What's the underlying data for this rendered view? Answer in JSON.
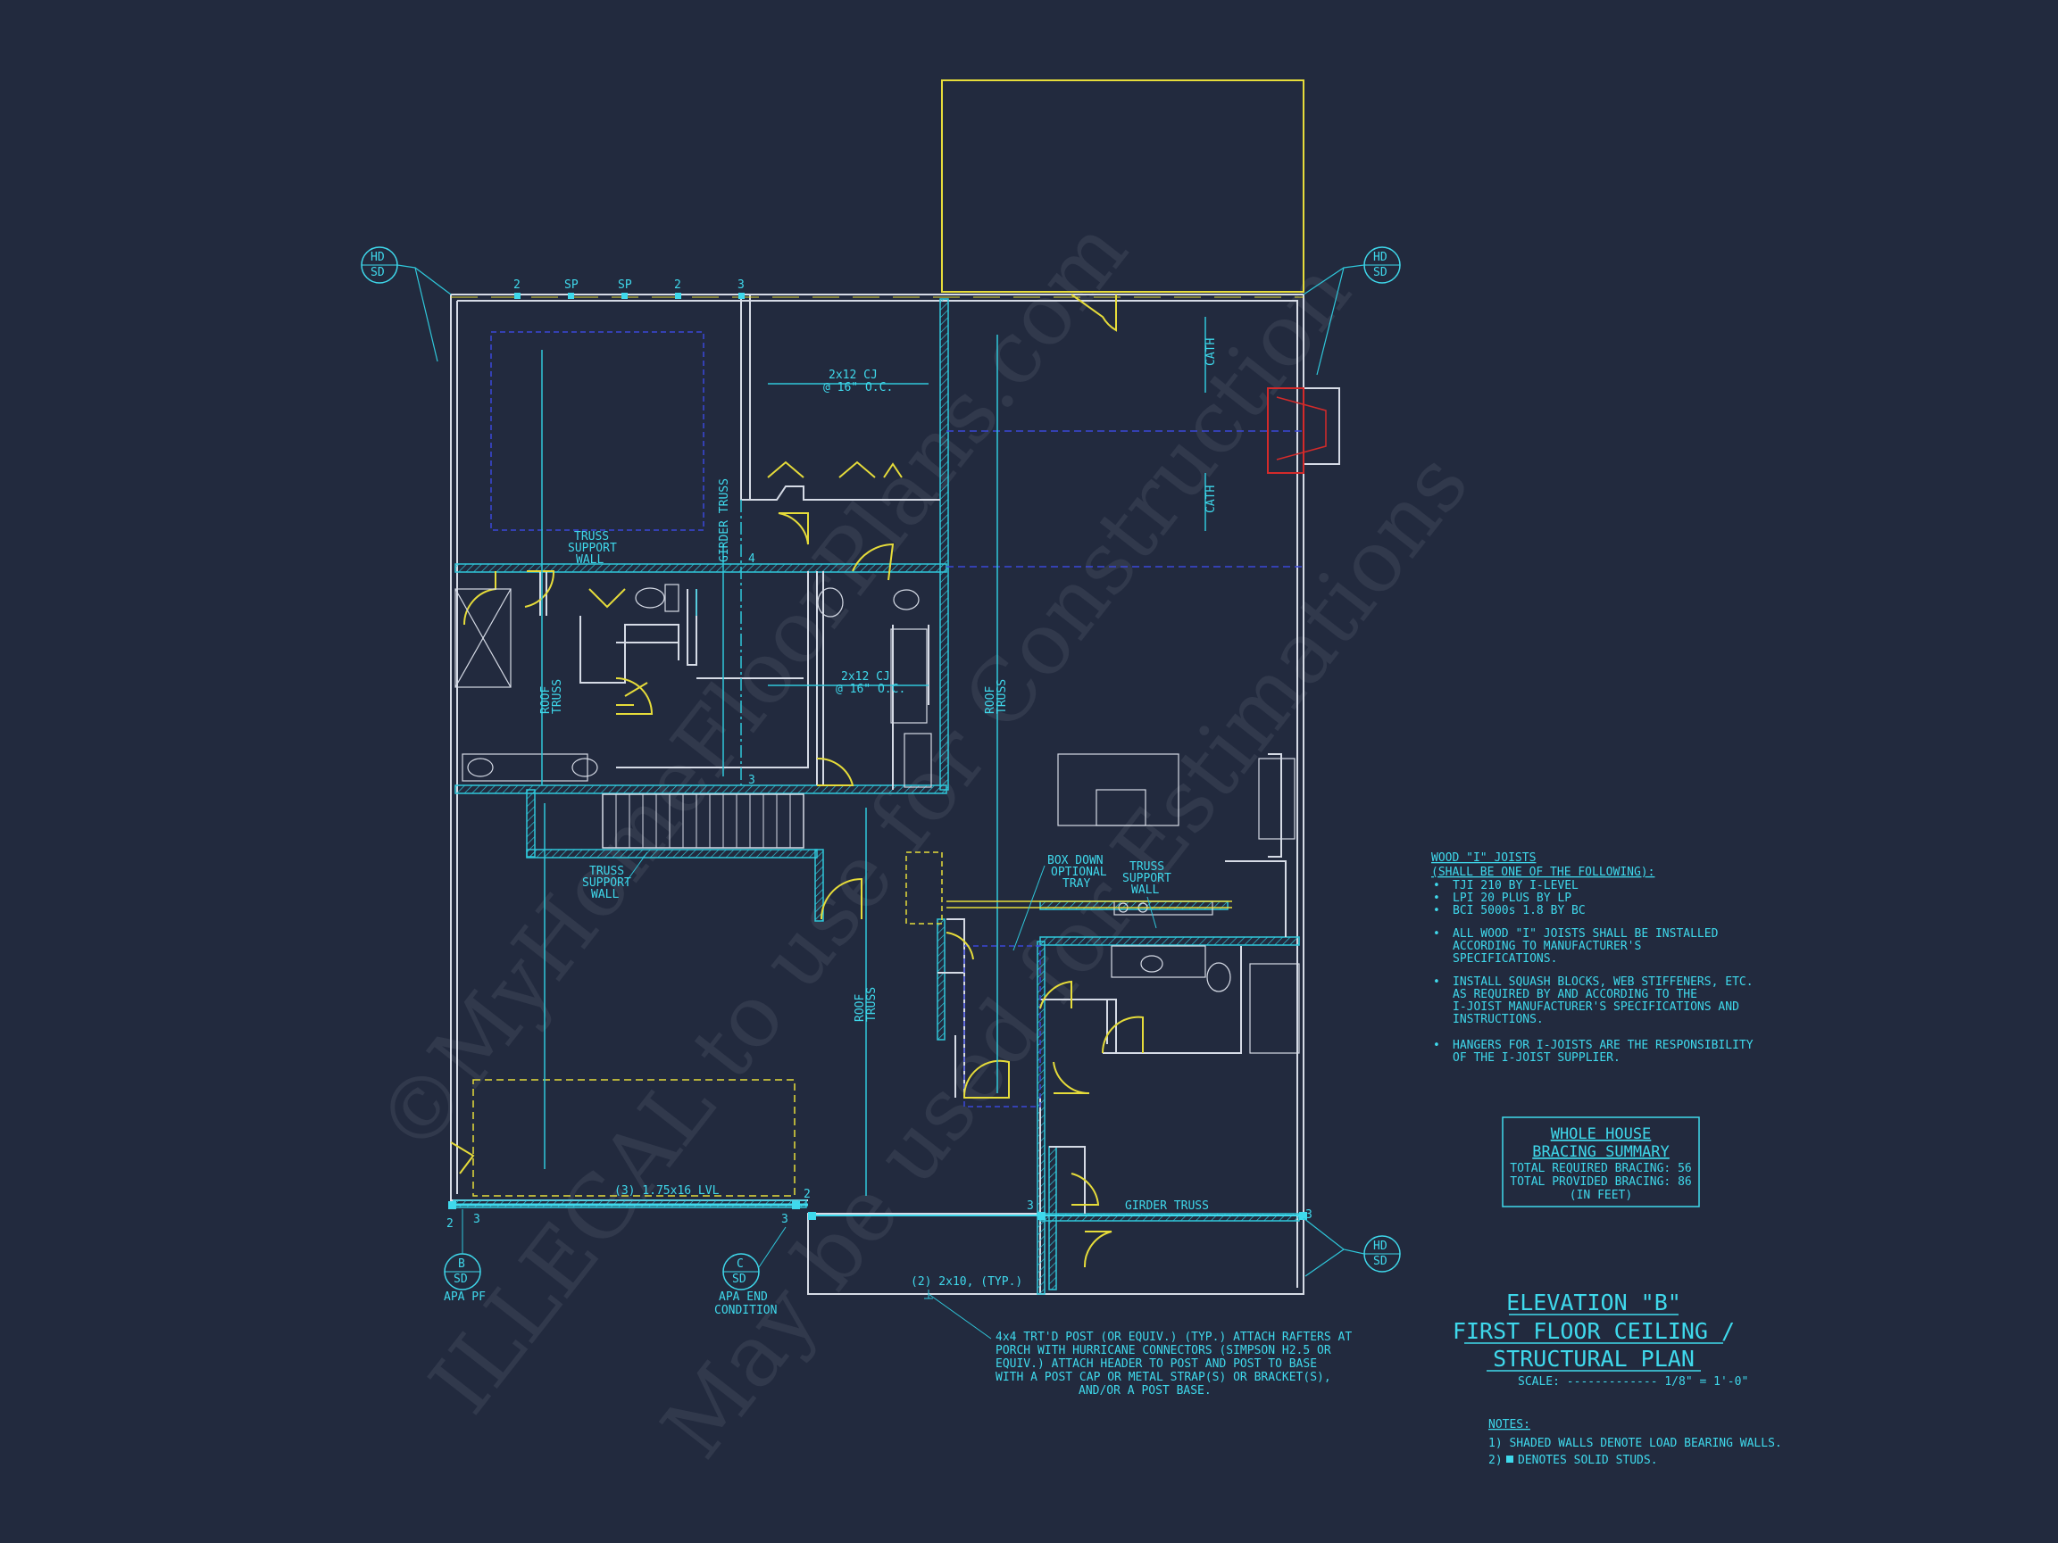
{
  "watermark": {
    "line1": "©MyHomeFloorPlans.com",
    "line2": "ILLEGAL to use for Construction",
    "line3": "May be used for Estimations"
  },
  "callouts": {
    "hd_sd": {
      "top": "HD",
      "bottom": "SD"
    },
    "b_sd": {
      "top": "B",
      "bottom": "SD"
    },
    "c_sd": {
      "top": "C",
      "bottom": "SD"
    }
  },
  "labels": {
    "cj_top": "2x12 CJ",
    "cj_top_oc": "@ 16\" O.C.",
    "cj_mid": "2x12 CJ",
    "cj_mid_oc": "@ 16\" O.C.",
    "truss_support_wall_1": [
      "TRUSS",
      "SUPPORT",
      "WALL"
    ],
    "truss_support_wall_2": [
      "TRUSS",
      "SUPPORT",
      "WALL"
    ],
    "truss_support_wall_3": [
      "TRUSS",
      "SUPPORT",
      "WALL"
    ],
    "girder_truss_vertical": "GIRDER TRUSS",
    "girder_truss_bottom": "GIRDER TRUSS",
    "roof_truss_1": [
      "ROOF",
      "TRUSS"
    ],
    "roof_truss_2": [
      "ROOF",
      "TRUSS"
    ],
    "roof_truss_3": [
      "ROOF",
      "TRUSS"
    ],
    "cath_1": "CATH",
    "cath_2": "CATH",
    "box_down": [
      "BOX DOWN",
      "OPTIONAL",
      "TRAY"
    ],
    "lvl_beam": "(3) 1.75x16 LVL",
    "header_2x10": "(2) 2x10, (TYP.)",
    "apa_pf": "APA PF",
    "apa_end": [
      "APA END",
      "CONDITION"
    ],
    "post_note": [
      "4x4 TRT'D POST (OR EQUIV.) (TYP.) ATTACH RAFTERS AT",
      "PORCH WITH HURRICANE CONNECTORS (SIMPSON H2.5 OR",
      "EQUIV.) ATTACH HEADER TO POST AND POST TO BASE",
      "WITH A POST CAP OR METAL STRAP(S) OR BRACKET(S),",
      "AND/OR A POST BASE."
    ],
    "stud_marks": {
      "m2": "2",
      "msp": "SP",
      "m3": "3",
      "m4": "4"
    }
  },
  "joists_notes": {
    "title": "WOOD \"I\" JOISTS",
    "subtitle": "(SHALL BE ONE OF THE FOLLOWING):",
    "items": [
      "TJI 210 BY I-LEVEL",
      "LPI 20 PLUS BY LP",
      "BCI 5000s 1.8 BY BC"
    ],
    "para1": [
      "ALL WOOD \"I\" JOISTS SHALL BE INSTALLED",
      "ACCORDING TO MANUFACTURER'S",
      "SPECIFICATIONS."
    ],
    "para2": [
      "INSTALL SQUASH BLOCKS, WEB STIFFENERS, ETC.",
      "AS REQUIRED BY AND ACCORDING TO THE",
      "I-JOIST MANUFACTURER'S SPECIFICATIONS AND",
      "INSTRUCTIONS."
    ],
    "para3": [
      "HANGERS FOR I-JOISTS ARE THE RESPONSIBILITY",
      "OF THE I-JOIST SUPPLIER."
    ]
  },
  "bracing": {
    "title1": "WHOLE HOUSE",
    "title2": "BRACING SUMMARY",
    "line1": "TOTAL REQUIRED BRACING: 56",
    "line2": "TOTAL PROVIDED BRACING: 86",
    "line3": "(IN FEET)"
  },
  "title_block": {
    "line1": "ELEVATION \"B\"",
    "line2": "FIRST FLOOR CEILING /",
    "line3": "STRUCTURAL PLAN",
    "scale": "SCALE: ------------- 1/8\" = 1'-0\""
  },
  "notes": {
    "heading": "NOTES:",
    "n1": "1) SHADED WALLS DENOTE LOAD BEARING WALLS.",
    "n2_prefix": "2)",
    "n2": "DENOTES SOLID STUDS."
  },
  "colors": {
    "background": "#222a3e",
    "cyan": "#3fd9ec",
    "yellow": "#e6dc3a",
    "wall": "#d6dbe6",
    "blue": "#3b47d8",
    "red": "#d42a2a"
  }
}
